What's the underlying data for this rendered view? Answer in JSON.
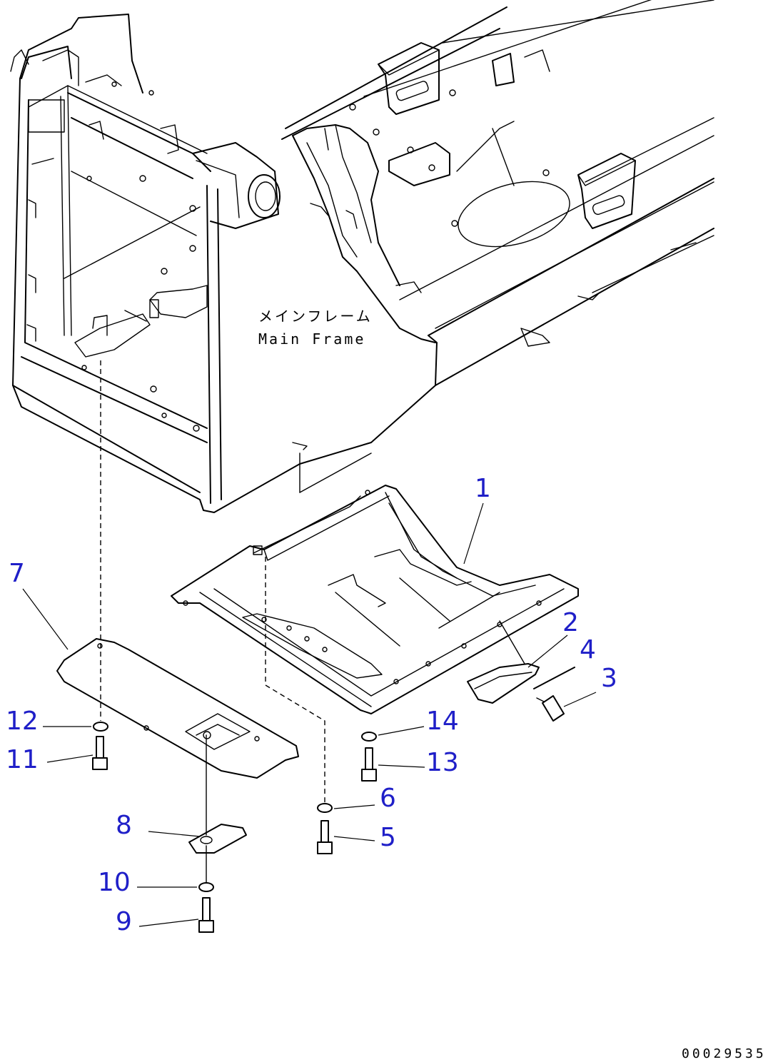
{
  "main_frame_label_jp": "メインフレーム",
  "main_frame_label_en": "Main Frame",
  "drawing_number": "00029535",
  "callout_color": "#1f1fc8",
  "callouts": [
    {
      "id": "part-1",
      "label": "1"
    },
    {
      "id": "part-2",
      "label": "2"
    },
    {
      "id": "part-3",
      "label": "3"
    },
    {
      "id": "part-4",
      "label": "4"
    },
    {
      "id": "part-5",
      "label": "5"
    },
    {
      "id": "part-6",
      "label": "6"
    },
    {
      "id": "part-7",
      "label": "7"
    },
    {
      "id": "part-8",
      "label": "8"
    },
    {
      "id": "part-9",
      "label": "9"
    },
    {
      "id": "part-10",
      "label": "10"
    },
    {
      "id": "part-11",
      "label": "11"
    },
    {
      "id": "part-12",
      "label": "12"
    },
    {
      "id": "part-13",
      "label": "13"
    },
    {
      "id": "part-14",
      "label": "14"
    }
  ]
}
